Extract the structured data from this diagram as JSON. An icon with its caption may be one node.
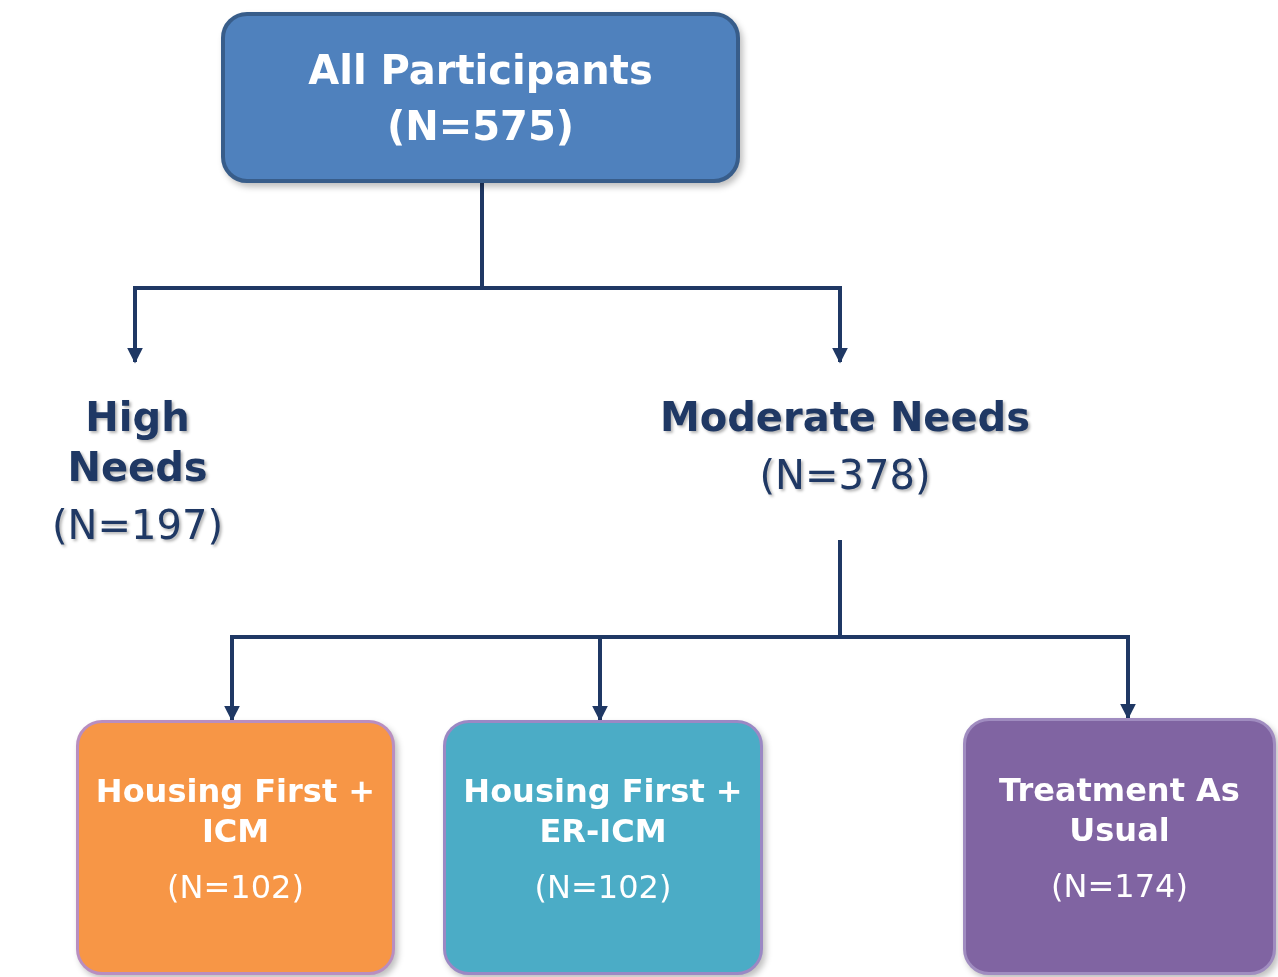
{
  "diagram": {
    "nodes": [
      {
        "text": [
          "All Participants",
          "(N=575)"
        ]
      },
      {
        "text": [
          "High Needs",
          "(N=197)"
        ]
      },
      {
        "text": [
          "Moderate Needs",
          "(N=378)"
        ]
      },
      {
        "text": [
          "Housing First + ICM",
          "(N=102)"
        ]
      },
      {
        "text": [
          "Housing First + ER-ICM",
          "(N=102)"
        ]
      },
      {
        "text": [
          "Treatment As Usual",
          "(N=174)"
        ]
      }
    ],
    "edges": [
      {
        "from": 0,
        "to": 1,
        "arrow": "to"
      },
      {
        "from": 0,
        "to": 2,
        "arrow": "to"
      },
      {
        "from": 2,
        "to": 3,
        "arrow": "to"
      },
      {
        "from": 2,
        "to": 4,
        "arrow": "to"
      },
      {
        "from": 2,
        "to": 5,
        "arrow": "to"
      }
    ]
  }
}
